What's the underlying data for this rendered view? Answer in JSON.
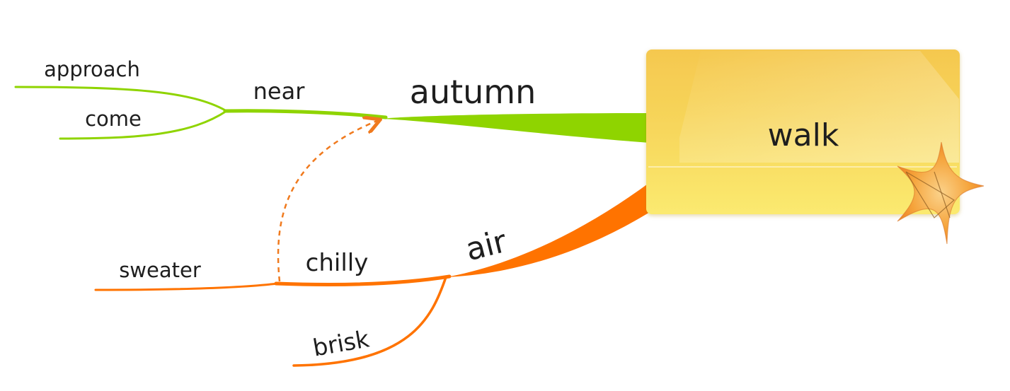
{
  "central": {
    "label": "walk"
  },
  "branches": [
    {
      "label": "autumn",
      "color": "#8fd400",
      "children": [
        {
          "label": "near",
          "children": [
            {
              "label": "approach"
            },
            {
              "label": "come"
            }
          ]
        }
      ]
    },
    {
      "label": "air",
      "color": "#ff7300",
      "children": [
        {
          "label": "chilly",
          "children": [
            {
              "label": "sweater"
            }
          ]
        },
        {
          "label": "brisk"
        }
      ]
    }
  ],
  "relationships": [
    {
      "from": "chilly",
      "to": "autumn",
      "style": "dashed",
      "color": "#f07a1e"
    }
  ],
  "colors": {
    "central_fill_top": "#f6ce5a",
    "central_fill_bottom": "#fbe86e",
    "star": "#f5a33a"
  }
}
